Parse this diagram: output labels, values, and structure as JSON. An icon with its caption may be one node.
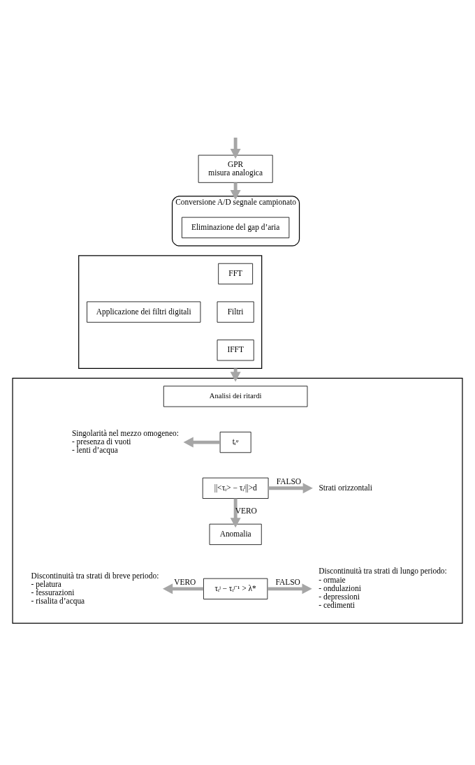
{
  "diagram": {
    "nodes": [
      {
        "text": [
          "GPR",
          "misura analogica"
        ]
      },
      {
        "text": [
          "Conversione A/D segnale campionato"
        ]
      },
      {
        "text": [
          "Eliminazione del gap d’aria"
        ],
        "in": 1
      },
      {
        "text": [],
        "shape": "box"
      },
      {
        "text": [
          "FFT"
        ],
        "in": 3
      },
      {
        "text": [
          "Filtri"
        ],
        "in": 3
      },
      {
        "text": [
          "IFFT"
        ],
        "in": 3
      },
      {
        "text": [
          "Applicazione dei filtri digitali"
        ],
        "in": 3
      },
      {
        "text": [],
        "shape": "box"
      },
      {
        "text": [
          "Analisi dei ritardi"
        ],
        "in": 8
      },
      {
        "text": [
          "tᵢᵠ"
        ],
        "in": 8
      },
      {
        "text": [
          "Singolarità nel mezzo omogeneo:",
          "- presenza di vuoti",
          "- lenti d’acqua"
        ],
        "in": 8
      },
      {
        "text": [
          "||<τᵢ> − τᵢʲ||>d"
        ],
        "in": 8
      },
      {
        "text": [
          "Strati orizzontali"
        ],
        "in": 8
      },
      {
        "text": [
          "Anomalia"
        ],
        "in": 8
      },
      {
        "text": [
          "Discontinuità tra strati di breve periodo:",
          "- pelatura",
          "- fessurazioni",
          "- risalita d’acqua"
        ],
        "in": 8
      },
      {
        "text": [
          "τᵢʲ − τᵢʲ⁻¹ > λ*"
        ],
        "in": 8
      },
      {
        "text": [
          "Discontinuità tra strati di lungo periodo:",
          "- ormaie",
          "- ondulazioni",
          "- depressioni",
          "- cedimenti"
        ],
        "in": 8
      }
    ],
    "edges": [
      {
        "from": null,
        "to": 0,
        "arrow": "to"
      },
      {
        "from": 0,
        "to": 1,
        "arrow": "to"
      },
      {
        "from": 3,
        "to": 8,
        "arrow": "to"
      },
      {
        "from": 10,
        "to": 11,
        "arrow": "to"
      },
      {
        "from": 12,
        "to": 13,
        "arrow": "to",
        "label": "FALSO"
      },
      {
        "from": 12,
        "to": 14,
        "arrow": "to",
        "label": "VERO"
      },
      {
        "from": 16,
        "to": 15,
        "arrow": "to",
        "label": "VERO"
      },
      {
        "from": 16,
        "to": 17,
        "arrow": "to",
        "label": "FALSO"
      }
    ]
  }
}
